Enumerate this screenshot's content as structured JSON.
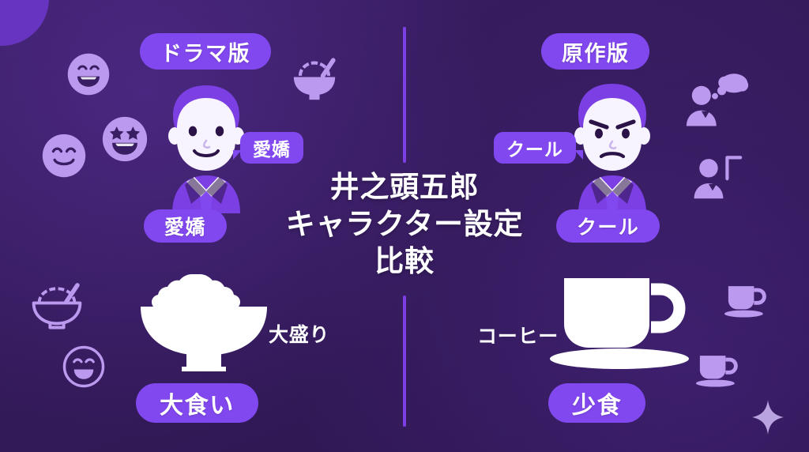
{
  "meta": {
    "title": "井之頭五郎 キャラクター設定 比較",
    "background_color": "#371c5f",
    "accent_color": "#8248f0",
    "icon_color": "#b696f0",
    "white": "#ffffff"
  },
  "title": {
    "line1": "井之頭五郎",
    "line2": "キャラクター設定",
    "line3": "比較"
  },
  "left_column": {
    "header_badge": "ドラマ版",
    "trait_bubble": "愛嬌",
    "trait_badge": "愛嬌",
    "food_label": "大盛り",
    "footer_badge": "大食い",
    "portrait_icon": "smiling-businessman-icon",
    "food_icon": "heaped-rice-bowl-icon"
  },
  "right_column": {
    "header_badge": "原作版",
    "trait_bubble": "クール",
    "trait_badge": "クール",
    "food_label": "コーヒー",
    "footer_badge": "少食",
    "portrait_icon": "serious-businessman-icon",
    "food_icon": "coffee-cup-icon"
  },
  "decorations": {
    "left": [
      {
        "name": "grinning-face-icon",
        "style": "filled"
      },
      {
        "name": "star-struck-face-icon",
        "style": "filled"
      },
      {
        "name": "smiling-face-icon",
        "style": "filled"
      },
      {
        "name": "rice-bowl-outline-icon",
        "style": "outline"
      },
      {
        "name": "grinning-face-outline-icon",
        "style": "outline"
      }
    ],
    "center": [
      {
        "name": "rice-bowl-icon",
        "style": "filled"
      }
    ],
    "right": [
      {
        "name": "person-thought-bubble-icon",
        "style": "filled"
      },
      {
        "name": "person-speech-bracket-icon",
        "style": "filled"
      },
      {
        "name": "teacup-saucer-icon",
        "style": "filled"
      },
      {
        "name": "teacup-saucer-icon",
        "style": "filled"
      },
      {
        "name": "four-point-sparkle-icon",
        "style": "filled"
      }
    ]
  }
}
